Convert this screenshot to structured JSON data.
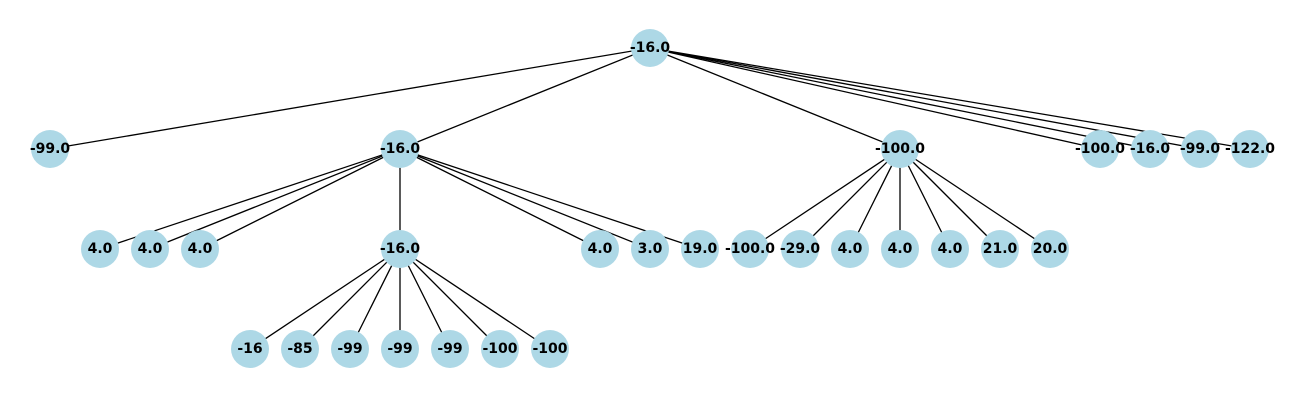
{
  "colors": {
    "node_fill": "#add8e6",
    "edge": "#000000",
    "label": "#000000",
    "background": "#ffffff"
  },
  "tree": {
    "nodes": [
      {
        "id": "root",
        "label": "-16.0",
        "depth": 0
      },
      {
        "id": "a1",
        "label": "-99.0",
        "depth": 1
      },
      {
        "id": "a2",
        "label": "-16.0",
        "depth": 1
      },
      {
        "id": "a3",
        "label": "-100.0",
        "depth": 1
      },
      {
        "id": "a4",
        "label": "-100.0",
        "depth": 1
      },
      {
        "id": "a5",
        "label": "-16.0",
        "depth": 1
      },
      {
        "id": "a6",
        "label": "-99.0",
        "depth": 1
      },
      {
        "id": "a7",
        "label": "-122.0",
        "depth": 1
      },
      {
        "id": "b1",
        "label": "4.0",
        "depth": 2
      },
      {
        "id": "b2",
        "label": "4.0",
        "depth": 2
      },
      {
        "id": "b3",
        "label": "4.0",
        "depth": 2
      },
      {
        "id": "b4",
        "label": "-16.0",
        "depth": 2
      },
      {
        "id": "b5",
        "label": "4.0",
        "depth": 2
      },
      {
        "id": "b6",
        "label": "3.0",
        "depth": 2
      },
      {
        "id": "b7",
        "label": "19.0",
        "depth": 2
      },
      {
        "id": "c1",
        "label": "-100.0",
        "depth": 2
      },
      {
        "id": "c2",
        "label": "-29.0",
        "depth": 2
      },
      {
        "id": "c3",
        "label": "4.0",
        "depth": 2
      },
      {
        "id": "c4",
        "label": "4.0",
        "depth": 2
      },
      {
        "id": "c5",
        "label": "4.0",
        "depth": 2
      },
      {
        "id": "c6",
        "label": "21.0",
        "depth": 2
      },
      {
        "id": "c7",
        "label": "20.0",
        "depth": 2
      },
      {
        "id": "d1",
        "label": "-16",
        "depth": 3
      },
      {
        "id": "d2",
        "label": "-85",
        "depth": 3
      },
      {
        "id": "d3",
        "label": "-99",
        "depth": 3
      },
      {
        "id": "d4",
        "label": "-99",
        "depth": 3
      },
      {
        "id": "d5",
        "label": "-99",
        "depth": 3
      },
      {
        "id": "d6",
        "label": "-100",
        "depth": 3
      },
      {
        "id": "d7",
        "label": "-100",
        "depth": 3
      }
    ],
    "edges": [
      [
        "root",
        "a1"
      ],
      [
        "root",
        "a2"
      ],
      [
        "root",
        "a3"
      ],
      [
        "root",
        "a4"
      ],
      [
        "root",
        "a5"
      ],
      [
        "root",
        "a6"
      ],
      [
        "root",
        "a7"
      ],
      [
        "a2",
        "b1"
      ],
      [
        "a2",
        "b2"
      ],
      [
        "a2",
        "b3"
      ],
      [
        "a2",
        "b4"
      ],
      [
        "a2",
        "b5"
      ],
      [
        "a2",
        "b6"
      ],
      [
        "a2",
        "b7"
      ],
      [
        "a3",
        "c1"
      ],
      [
        "a3",
        "c2"
      ],
      [
        "a3",
        "c3"
      ],
      [
        "a3",
        "c4"
      ],
      [
        "a3",
        "c5"
      ],
      [
        "a3",
        "c6"
      ],
      [
        "a3",
        "c7"
      ],
      [
        "b4",
        "d1"
      ],
      [
        "b4",
        "d2"
      ],
      [
        "b4",
        "d3"
      ],
      [
        "b4",
        "d4"
      ],
      [
        "b4",
        "d5"
      ],
      [
        "b4",
        "d6"
      ],
      [
        "b4",
        "d7"
      ]
    ]
  }
}
